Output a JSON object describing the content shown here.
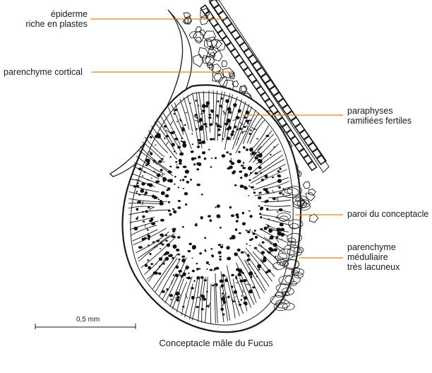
{
  "labels": {
    "epiderme_line1": "épiderme",
    "epiderme_line2": "riche en plastes",
    "parenchyme_cortical": "parenchyme cortical",
    "paraphyses_line1": "paraphyses",
    "paraphyses_line2": "ramifiées fertiles",
    "paroi": "paroi du conceptacle",
    "medullaire_line1": "parenchyme",
    "medullaire_line2": "médullaire",
    "medullaire_line3": "très lacuneux"
  },
  "scale_bar": {
    "label": "0,5 mm"
  },
  "caption": "Conceptacle mâle du Fucus",
  "colors": {
    "leader_line": "#e0801e",
    "ink": "#1a1a1a",
    "background": "#ffffff"
  }
}
